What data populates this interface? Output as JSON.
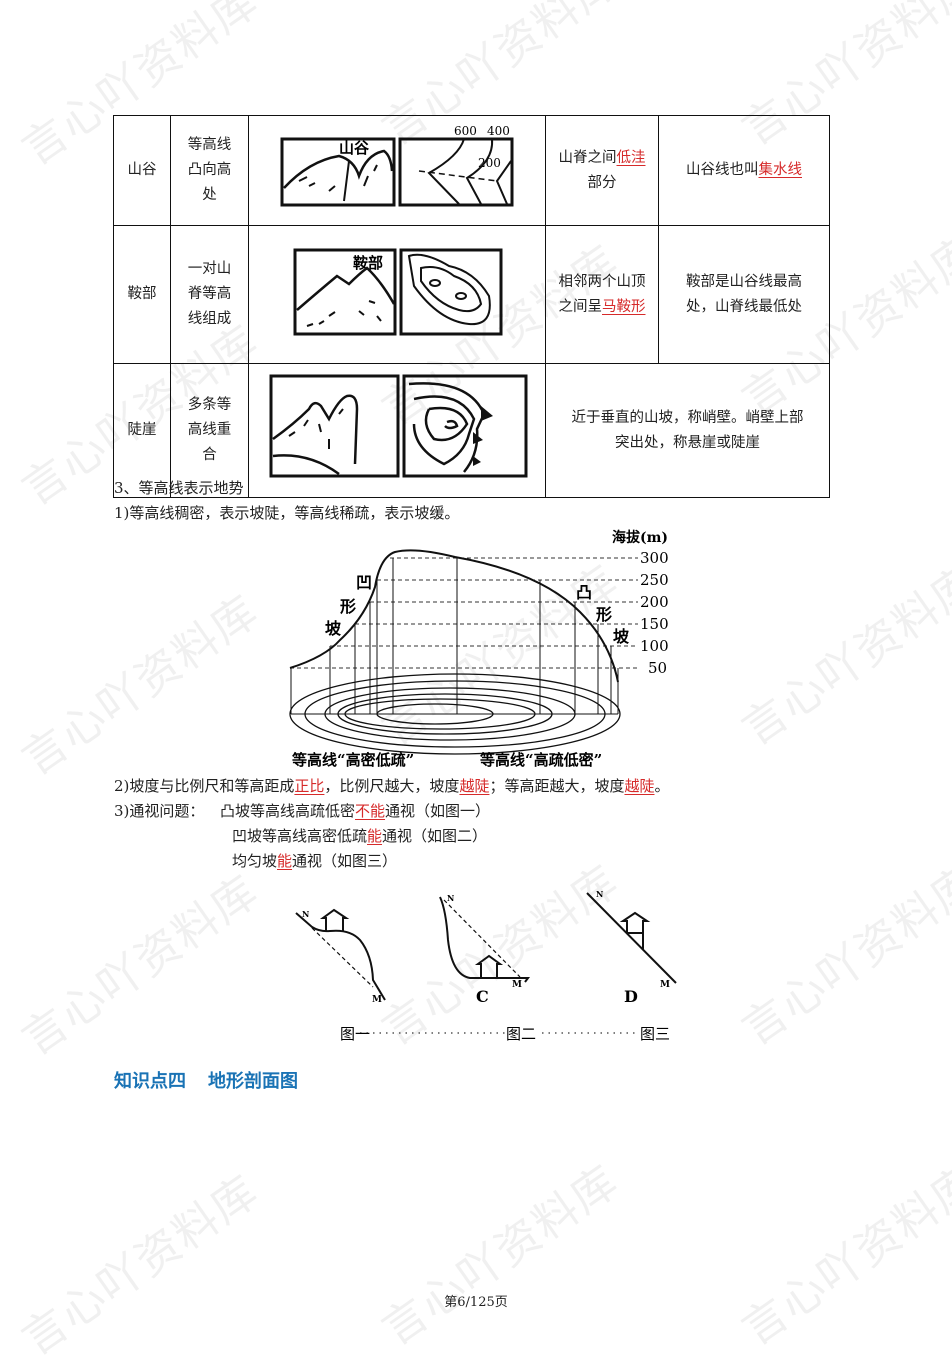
{
  "watermark": "言心吖资料库",
  "table": {
    "rows": [
      {
        "name": "山谷",
        "feature": [
          "等高线",
          "凸向高",
          "处"
        ],
        "figure": {
          "label": "山谷",
          "contour_labels": [
            "600",
            "400",
            "200"
          ]
        },
        "description": {
          "before": "山脊之间",
          "highlight": "低洼",
          "after": "部分"
        },
        "note": {
          "before": "山谷线也叫",
          "highlight": "集水线"
        }
      },
      {
        "name": "鞍部",
        "feature": [
          "一对山",
          "脊等高",
          "线组成"
        ],
        "figure": {
          "label": "鞍部"
        },
        "description": {
          "before": "相邻两个山顶",
          "before2": "之间呈",
          "highlight": "马鞍形"
        },
        "note": {
          "line1": "鞍部是山谷线最高",
          "line2": "处，山脊线最低处"
        }
      },
      {
        "name": "陡崖",
        "feature": [
          "多条等",
          "高线重",
          "合"
        ],
        "figure": {},
        "description": {
          "line1": "近于垂直的山坡，称峭壁。峭壁上部",
          "line2": "突出处，称悬崖或陡崖"
        }
      }
    ]
  },
  "section3": {
    "title": "3、等高线表示地势",
    "point1": "1)等高线稠密，表示坡陡，等高线稀疏，表示坡缓。",
    "point2": {
      "p1": "2)坡度与比例尺和等高距成",
      "h1": "正比",
      "p2": "，比例尺越大，坡度",
      "h2": "越陡",
      "p3": "；等高距越大，坡度",
      "h3": "越陡",
      "p4": "。"
    },
    "point3": {
      "label": "3)通视问题：",
      "line1": {
        "before": "凸坡等高线高疏低密",
        "highlight": "不能",
        "after": "通视（如图一）"
      },
      "line2": {
        "before": "凹坡等高线高密低疏",
        "highlight": "能",
        "after": "通视（如图二）"
      },
      "line3": {
        "before": "均匀坡",
        "highlight": "能",
        "after": "通视（如图三）"
      }
    }
  },
  "slope_diagram": {
    "axis_title": "海拔(m)",
    "ticks": [
      "300",
      "250",
      "200",
      "150",
      "100",
      "50"
    ],
    "left_label": [
      "凹",
      "形",
      "坡"
    ],
    "right_label": [
      "凸",
      "形",
      "坡"
    ],
    "caption_left": "等高线“高密低疏”",
    "caption_right": "等高线“高疏低密”"
  },
  "visibility_diagram": {
    "fig1": {
      "n": "N",
      "m": "M",
      "caption": "图一"
    },
    "fig2": {
      "n": "N",
      "m": "M",
      "letter": "C",
      "caption": "图二"
    },
    "fig3": {
      "n": "N",
      "m": "M",
      "letter": "D",
      "caption": "图三"
    }
  },
  "section4": {
    "number": "知识点四",
    "title": "地形剖面图"
  },
  "footer": {
    "page_label": "第6/125页"
  },
  "colors": {
    "highlight": "#d62a2a",
    "heading": "#1a73b5"
  }
}
